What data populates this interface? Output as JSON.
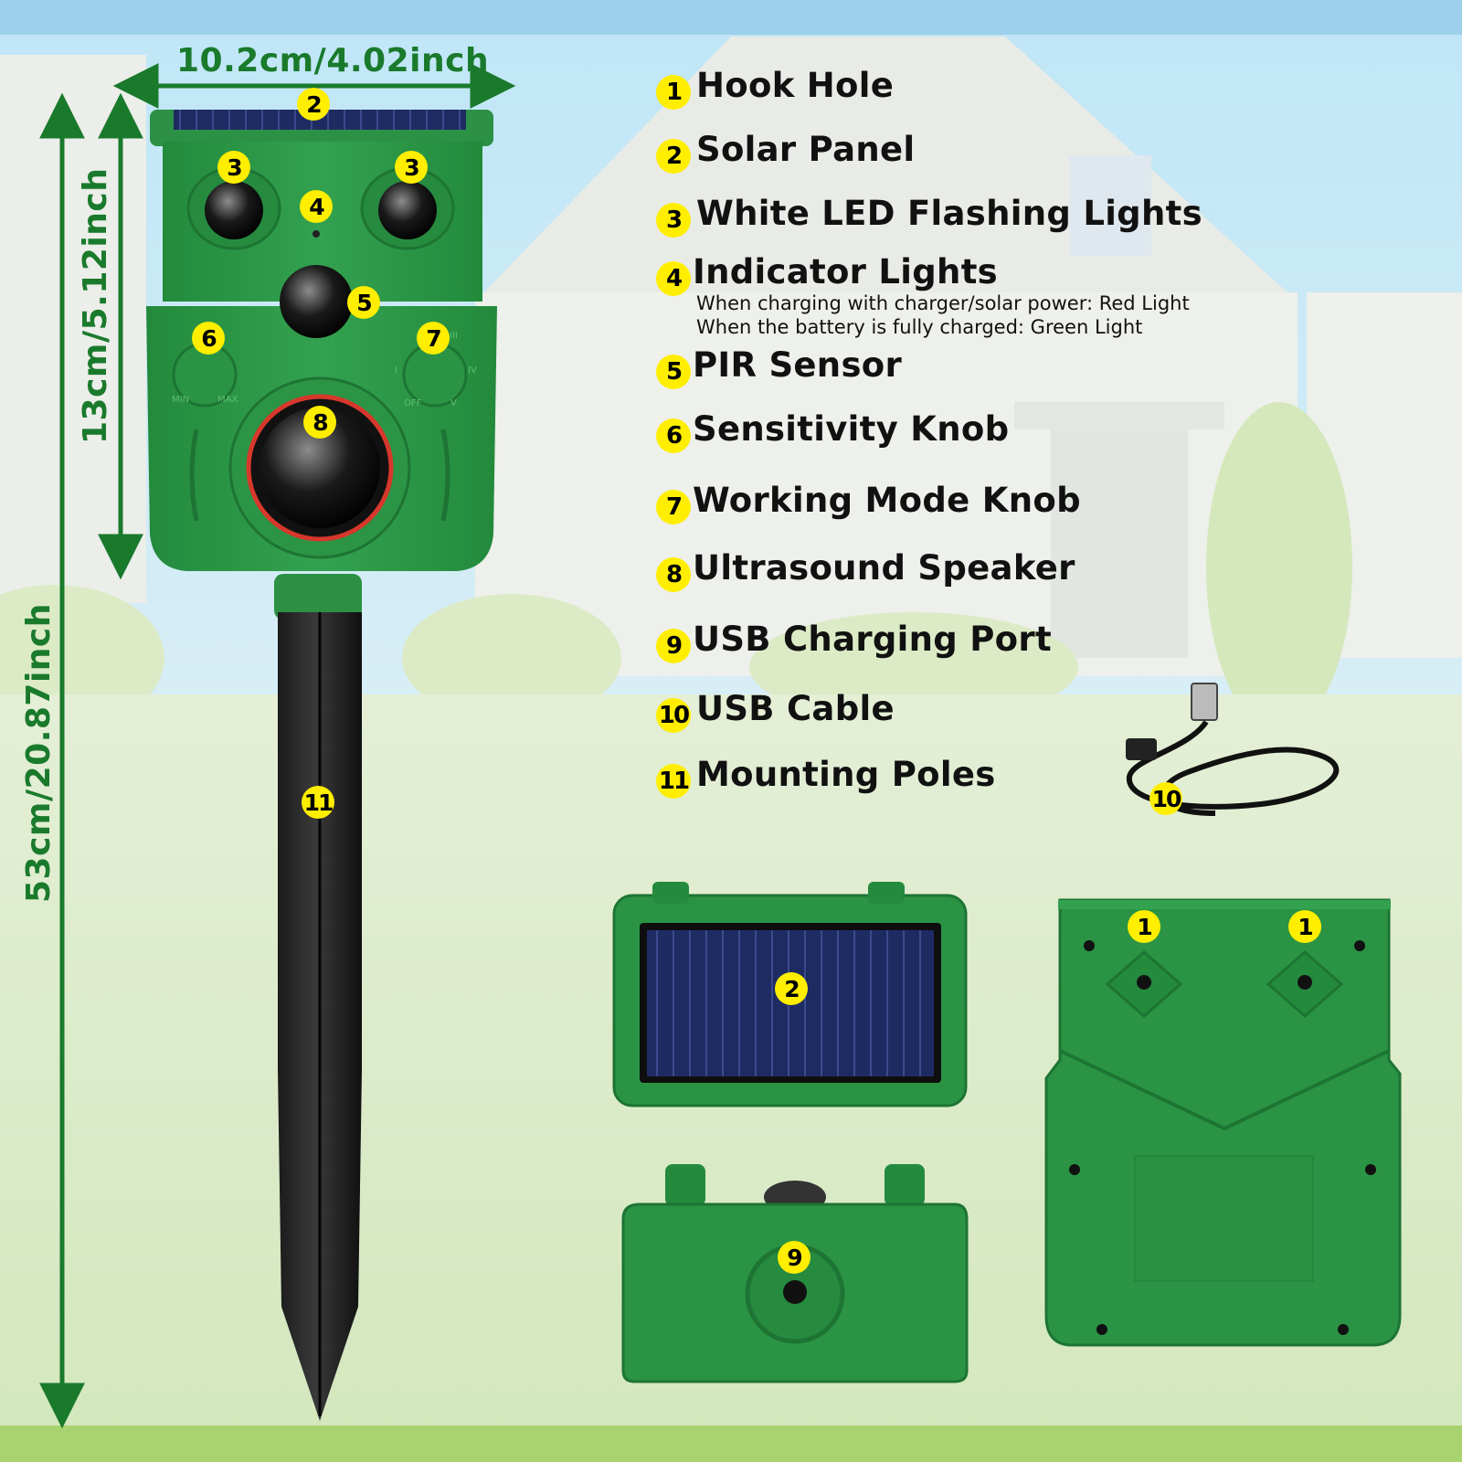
{
  "dimensions": {
    "width": "10.2cm/4.02inch",
    "head_height": "13cm/5.12inch",
    "total_height": "53cm/20.87inch"
  },
  "parts": [
    {
      "num": "1",
      "label": "Hook Hole"
    },
    {
      "num": "2",
      "label": "Solar Panel"
    },
    {
      "num": "3",
      "label": "White LED Flashing Lights"
    },
    {
      "num": "4",
      "label": "Indicator Lights",
      "notes": [
        "When charging with charger/solar power: Red Light",
        "When the battery is fully charged: Green Light"
      ]
    },
    {
      "num": "5",
      "label": "PIR Sensor"
    },
    {
      "num": "6",
      "label": "Sensitivity Knob"
    },
    {
      "num": "7",
      "label": "Working Mode Knob"
    },
    {
      "num": "8",
      "label": "Ultrasound Speaker"
    },
    {
      "num": "9",
      "label": "USB Charging Port"
    },
    {
      "num": "10",
      "label": "USB Cable"
    },
    {
      "num": "11",
      "label": "Mounting Poles"
    }
  ],
  "knob_labels": {
    "left_min": "MIN",
    "left_max": "MAX",
    "right_off": "OFF",
    "right_v": "V",
    "right_i": "I",
    "right_iii": "III",
    "right_iv": "IV"
  },
  "colors": {
    "device_green": "#2f9a4a",
    "dimension_green": "#1a7a2c",
    "badge_yellow": "#ffee00",
    "solar_blue": "#22306a"
  }
}
